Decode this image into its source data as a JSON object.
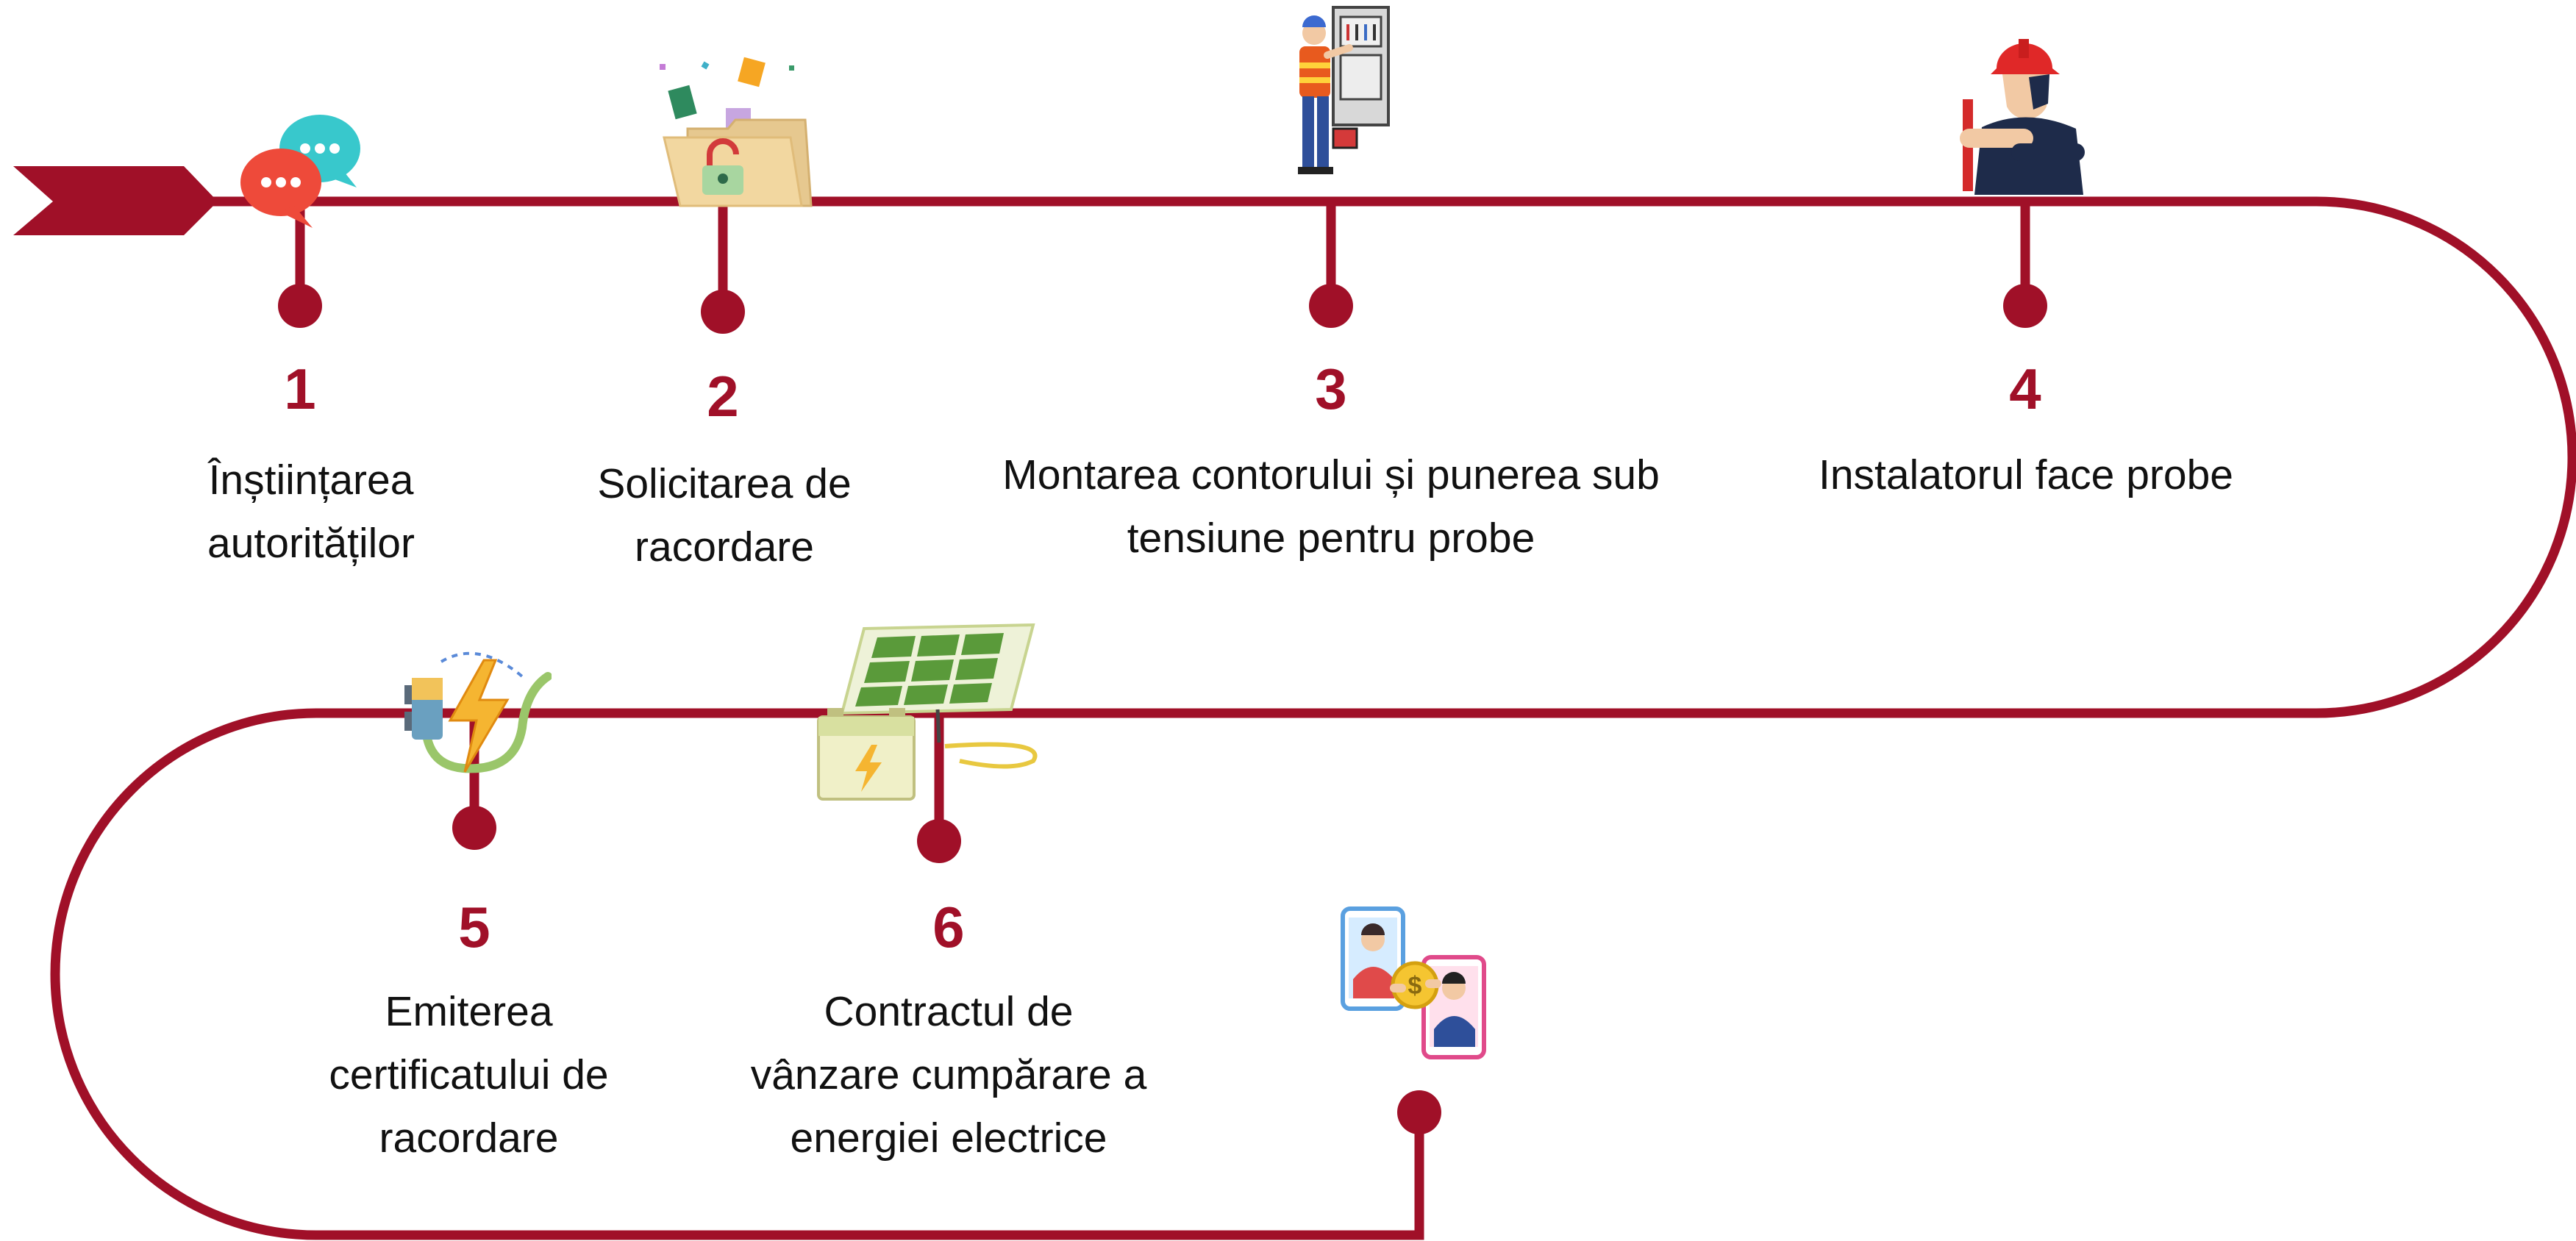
{
  "colors": {
    "line": "#a01028",
    "text": "#111111"
  },
  "steps": [
    {
      "number": "1",
      "label": "Înștiințarea autorităților",
      "icon": "chat-bubbles-icon"
    },
    {
      "number": "2",
      "label": "Solicitarea de racordare",
      "icon": "folder-documents-icon"
    },
    {
      "number": "3",
      "label": "Montarea contorului și punerea sub tensiune pentru probe",
      "icon": "electrician-panel-icon"
    },
    {
      "number": "4",
      "label": "Instalatorul face probe",
      "icon": "worker-hardhat-icon"
    },
    {
      "number": "5",
      "label": "Emiterea certificatului de racordare",
      "icon": "plug-lightning-icon"
    },
    {
      "number": "6",
      "label": "Contractul de vânzare cumpărare a energiei electrice",
      "icon": "solar-panel-battery-icon"
    }
  ],
  "final_icon": "money-exchange-phones-icon"
}
